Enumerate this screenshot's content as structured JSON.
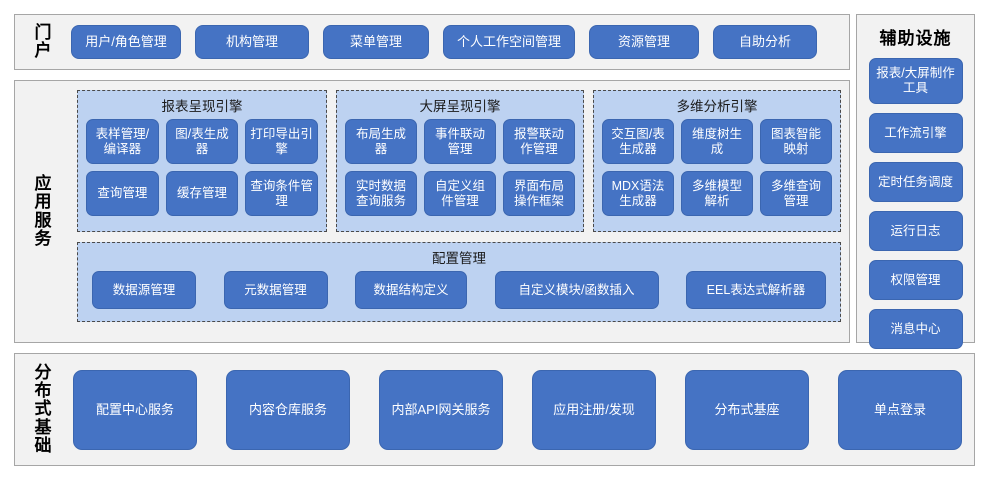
{
  "portal": {
    "label": "门户",
    "items": [
      {
        "label": "用户/角色管理"
      },
      {
        "label": "机构管理"
      },
      {
        "label": "菜单管理"
      },
      {
        "label": "个人工作空间管理"
      },
      {
        "label": "资源管理"
      },
      {
        "label": "自助分析"
      }
    ]
  },
  "aux": {
    "title": "辅助设施",
    "items": [
      {
        "label": "报表/大屏制作工具"
      },
      {
        "label": "工作流引擎"
      },
      {
        "label": "定时任务调度"
      },
      {
        "label": "运行日志"
      },
      {
        "label": "权限管理"
      },
      {
        "label": "消息中心"
      }
    ]
  },
  "app_services": {
    "label": "应用服务",
    "groups": [
      {
        "title": "报表呈现引擎",
        "items": [
          {
            "label": "表样管理/编译器"
          },
          {
            "label": "图/表生成器"
          },
          {
            "label": "打印导出引擎"
          },
          {
            "label": "查询管理"
          },
          {
            "label": "缓存管理"
          },
          {
            "label": "查询条件管理"
          }
        ]
      },
      {
        "title": "大屏呈现引擎",
        "items": [
          {
            "label": "布局生成器"
          },
          {
            "label": "事件联动管理"
          },
          {
            "label": "报警联动作管理"
          },
          {
            "label": "实时数据查询服务"
          },
          {
            "label": "自定义组件管理"
          },
          {
            "label": "界面布局操作框架"
          }
        ]
      },
      {
        "title": "多维分析引擎",
        "items": [
          {
            "label": "交互图/表生成器"
          },
          {
            "label": "维度树生成"
          },
          {
            "label": "图表智能映射"
          },
          {
            "label": "MDX语法生成器"
          },
          {
            "label": "多维模型解析"
          },
          {
            "label": "多维查询管理"
          }
        ]
      }
    ],
    "config_group": {
      "title": "配置管理",
      "items": [
        {
          "label": "数据源管理"
        },
        {
          "label": "元数据管理"
        },
        {
          "label": "数据结构定义"
        },
        {
          "label": "自定义模块/函数插入"
        },
        {
          "label": "EEL表达式解析器"
        }
      ]
    }
  },
  "distributed": {
    "label": "分布式基础",
    "items": [
      {
        "label": "配置中心服务"
      },
      {
        "label": "内容仓库服务"
      },
      {
        "label": "内部API网关服务"
      },
      {
        "label": "应用注册/发现"
      },
      {
        "label": "分布式基座"
      },
      {
        "label": "单点登录"
      }
    ]
  },
  "colors": {
    "button_blue": "#4573C4",
    "group_blue": "#BDD2F1",
    "panel_gray": "#F2F2F2",
    "panel_border": "#A6A6A6",
    "text_white": "#FFFFFF"
  }
}
